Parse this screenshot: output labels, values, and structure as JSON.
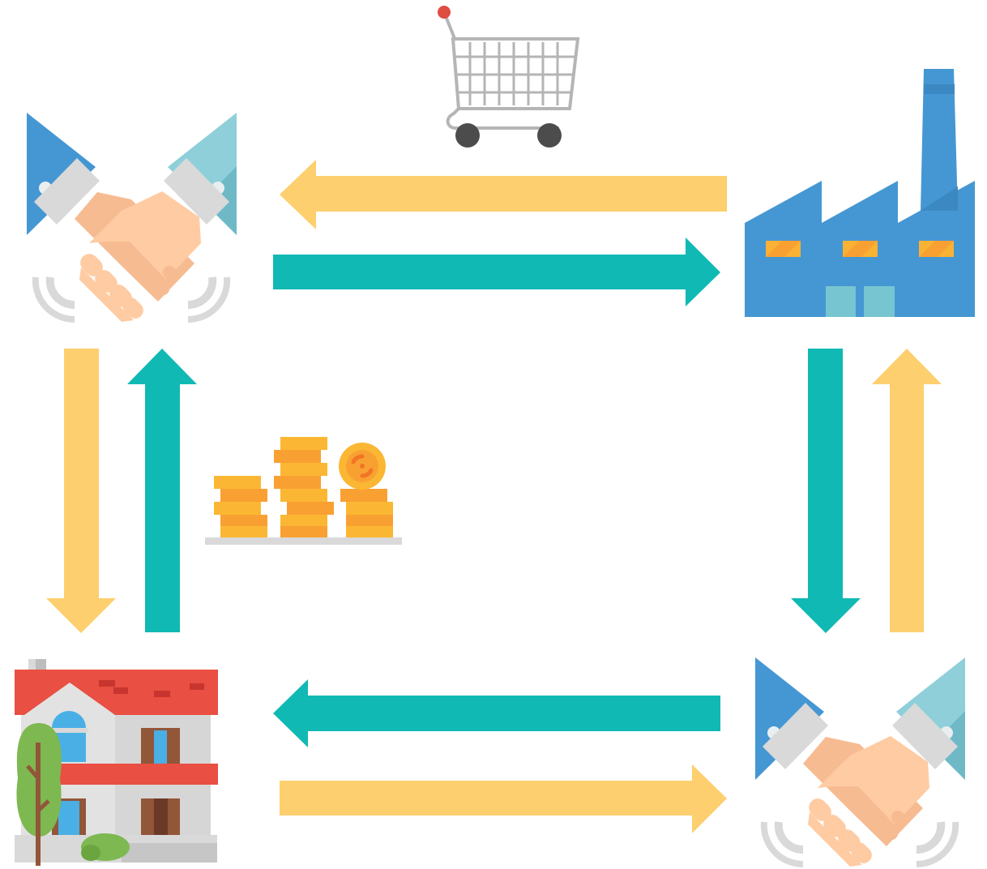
{
  "colors": {
    "flow_goods": "#FDCF6E",
    "flow_money": "#10B9B4",
    "sleeve_dark": "#4597D3",
    "sleeve_light": "#8ECFD9",
    "cuff": "#D9D9D9",
    "skin_light": "#FFCBA2",
    "skin_dark": "#F7BB92",
    "factory_blue": "#4597D3",
    "factory_window": "#F9B233",
    "factory_door": "#76C5D1",
    "roof_red": "#E94F42",
    "roof_brick": "#C7352E",
    "house_wall": "#E2E2E2",
    "house_wood": "#925639",
    "window_blue": "#4AAFE5",
    "tree_green": "#7EB851",
    "coin_yellow": "#FBB733",
    "coin_orange": "#F9A033",
    "coin_accent": "#F27523",
    "cart_gray": "#B5B5B5",
    "wheel_dark": "#4C4C4C",
    "cart_handle_tip": "#E04D43"
  },
  "nodes": [
    {
      "id": "handshake-top-left",
      "icon": "handshake-icon"
    },
    {
      "id": "factory",
      "icon": "factory-icon"
    },
    {
      "id": "house",
      "icon": "house-icon"
    },
    {
      "id": "handshake-bottom-right",
      "icon": "handshake-icon"
    }
  ],
  "decorations": [
    {
      "id": "shopping-cart",
      "icon": "shopping-cart-icon"
    },
    {
      "id": "coin-stacks",
      "icon": "coin-stacks-icon"
    }
  ],
  "flows": [
    {
      "from": "factory",
      "to": "handshake-top-left",
      "kind": "goods"
    },
    {
      "from": "handshake-top-left",
      "to": "factory",
      "kind": "money"
    },
    {
      "from": "factory",
      "to": "handshake-bottom-right",
      "kind": "money"
    },
    {
      "from": "handshake-bottom-right",
      "to": "factory",
      "kind": "goods"
    },
    {
      "from": "handshake-bottom-right",
      "to": "house",
      "kind": "money"
    },
    {
      "from": "house",
      "to": "handshake-bottom-right",
      "kind": "goods"
    },
    {
      "from": "handshake-top-left",
      "to": "house",
      "kind": "goods"
    },
    {
      "from": "house",
      "to": "handshake-top-left",
      "kind": "money"
    }
  ]
}
